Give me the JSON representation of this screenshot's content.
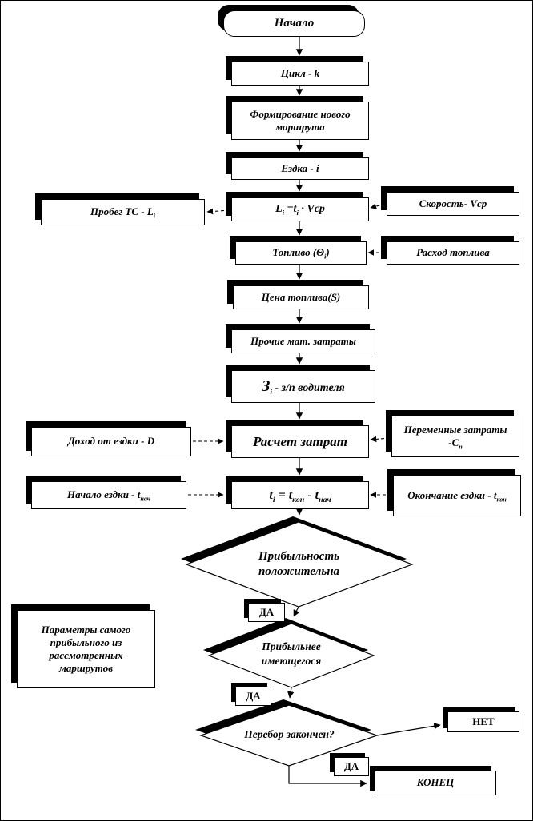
{
  "colors": {
    "shadow": "#000000",
    "line": "#000000",
    "background": "#ffffff"
  },
  "branch_labels": {
    "yes": "ДА",
    "no": "НЕТ"
  },
  "nodes": {
    "start": {
      "label": "Начало"
    },
    "cycle": {
      "label": "Цикл - k"
    },
    "route_formation": {
      "label": "Формирование нового маршрута"
    },
    "trip": {
      "label": "Ездка - i"
    },
    "distance_formula": {
      "rich": [
        {
          "t": "L"
        },
        {
          "sub": "i"
        },
        {
          "t": " =t"
        },
        {
          "sub": "i"
        },
        {
          "t": " · Vср"
        }
      ]
    },
    "fuel": {
      "rich": [
        {
          "t": "Топливо (Θ"
        },
        {
          "sub": "i"
        },
        {
          "t": ")"
        }
      ]
    },
    "fuel_price": {
      "label": "Цена топлива(S)"
    },
    "other_costs": {
      "label": "Прочие мат. затраты"
    },
    "driver_salary": {
      "rich": [
        {
          "t": "З",
          "cls": "xl"
        },
        {
          "sub": "i"
        },
        {
          "t": " - з/п водителя"
        }
      ]
    },
    "cost_calc": {
      "label": "Расчет затрат"
    },
    "time_formula": {
      "rich": [
        {
          "t": "t"
        },
        {
          "sub": "i"
        },
        {
          "t": " = t"
        },
        {
          "sub": "кон"
        },
        {
          "t": " - t"
        },
        {
          "sub": "нач"
        }
      ]
    },
    "mileage": {
      "rich": [
        {
          "t": "Пробег ТС - L"
        },
        {
          "sub": "i"
        }
      ]
    },
    "speed": {
      "label": "Скорость- Vср"
    },
    "fuel_rate": {
      "label": "Расход топлива"
    },
    "income": {
      "label": "Доход от ездки - D"
    },
    "variable_costs": {
      "rich": [
        {
          "t": "Переменные затраты -С"
        },
        {
          "sub": "п"
        }
      ]
    },
    "trip_start": {
      "rich": [
        {
          "t": "Начало ездки - t"
        },
        {
          "sub": "нач"
        }
      ]
    },
    "trip_end": {
      "rich": [
        {
          "t": "Окончание ездки - t"
        },
        {
          "sub": "кон"
        }
      ]
    },
    "best_params": {
      "label": "Параметры самого прибыльного из рассмотренных маршрутов"
    },
    "profit_positive": {
      "label": "Прибыльность положительна"
    },
    "more_profitable": {
      "label": "Прибыльнее имеющегося"
    },
    "enum_done": {
      "label": "Перебор закончен?"
    },
    "end": {
      "label": "КОНЕЦ"
    }
  }
}
